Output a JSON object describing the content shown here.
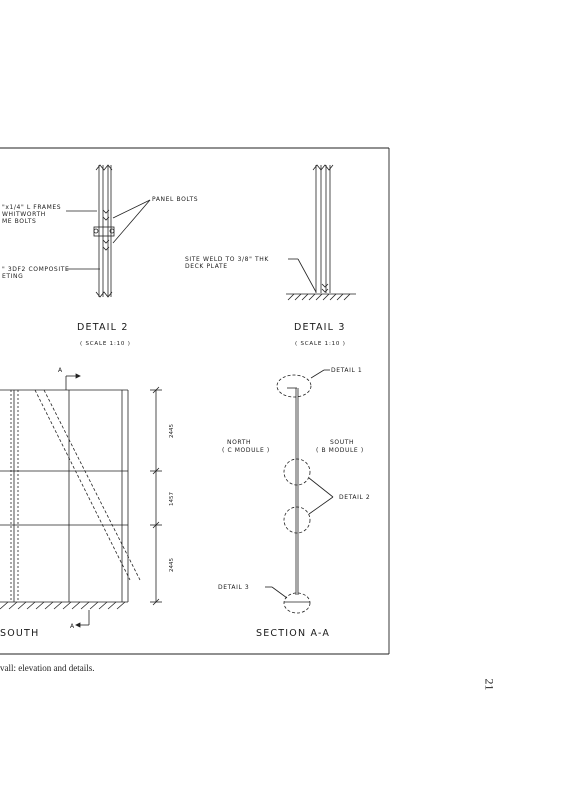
{
  "detail2": {
    "title": "DETAIL 2",
    "scale": "( SCALE 1:10 )",
    "label_frames_1": "\"x1/4\" L FRAMES",
    "label_frames_2": "WHITWORTH",
    "label_frames_3": "ME BOLTS",
    "label_composite_1": "\" 3DF2 COMPOSITE",
    "label_composite_2": "ETING",
    "label_panel_bolts": "PANEL BOLTS"
  },
  "detail3": {
    "title": "DETAIL 3",
    "scale": "( SCALE 1:10 )",
    "label_weld_1": "SITE WELD TO 3/8\" THK",
    "label_weld_2": "DECK PLATE"
  },
  "elevation": {
    "title": "SOUTH",
    "section_mark_top": "A",
    "section_mark_bottom": "A",
    "dim_top": "2445",
    "dim_middle": "1457",
    "dim_bottom": "2445"
  },
  "section": {
    "title": "SECTION A-A",
    "label_detail1": "DETAIL 1",
    "label_detail2": "DETAIL 2",
    "label_detail3": "DETAIL 3",
    "north_1": "NORTH",
    "north_2": "( C MODULE )",
    "south_1": "SOUTH",
    "south_2": "( B MODULE )"
  },
  "caption": "vall: elevation and details.",
  "page_number": "21"
}
